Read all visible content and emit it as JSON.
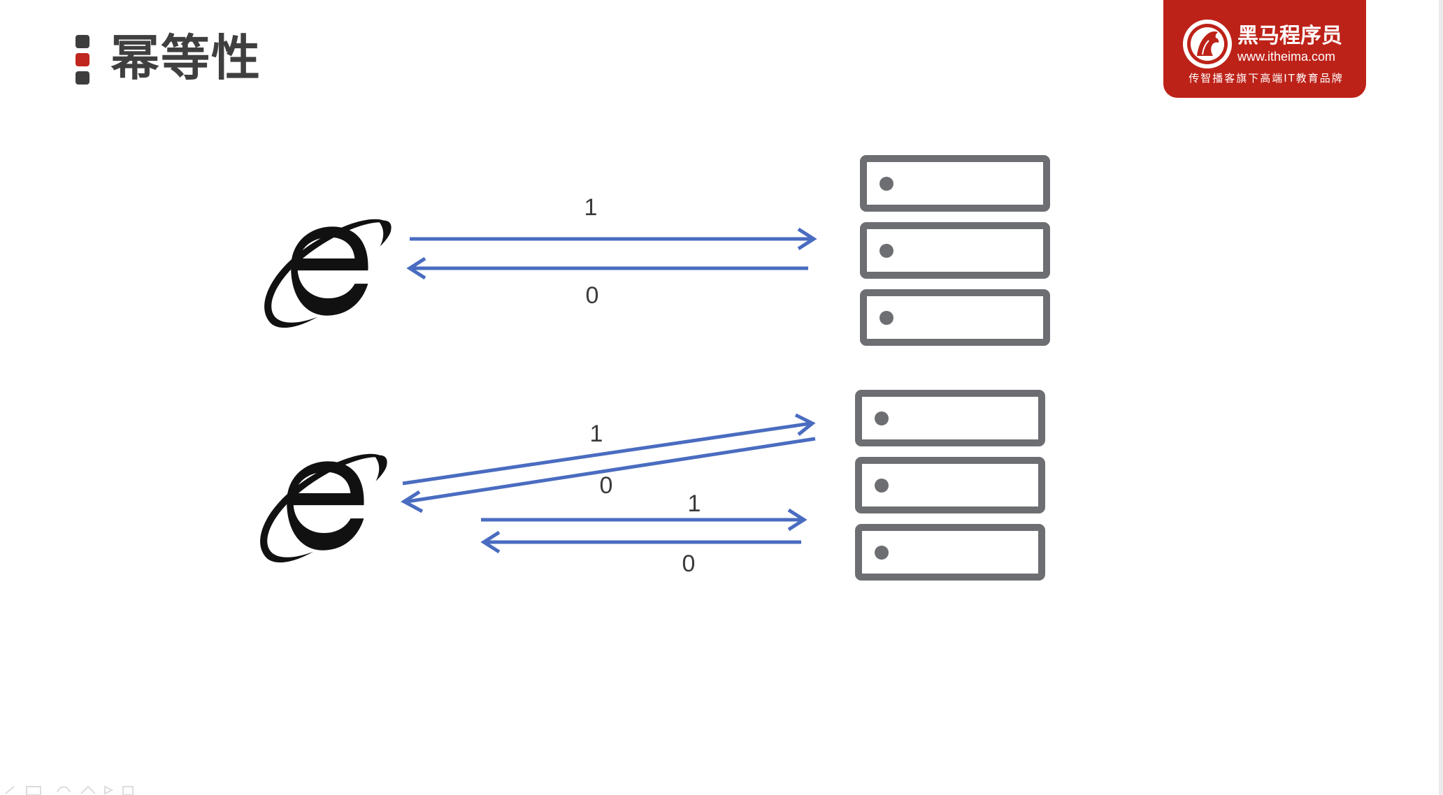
{
  "slide": {
    "title": "幂等性"
  },
  "brand": {
    "name": "黑马程序员",
    "url": "www.itheima.com",
    "slogan": "传智播客旗下高端IT教育品牌",
    "color": "#bd2218"
  },
  "icons": {
    "client": "internet-explorer-icon",
    "server": "server-rack-icon"
  },
  "colors": {
    "arrow": "#4a6cc0",
    "server": "#6d6e72",
    "title": "#3f3f3f",
    "marker_accent": "#c0271e"
  },
  "scenario_top": {
    "request_label": "1",
    "response_label": "0"
  },
  "scenario_bottom": {
    "first_request_label": "1",
    "first_response_label": "0",
    "second_request_label": "1",
    "second_response_label": "0"
  }
}
